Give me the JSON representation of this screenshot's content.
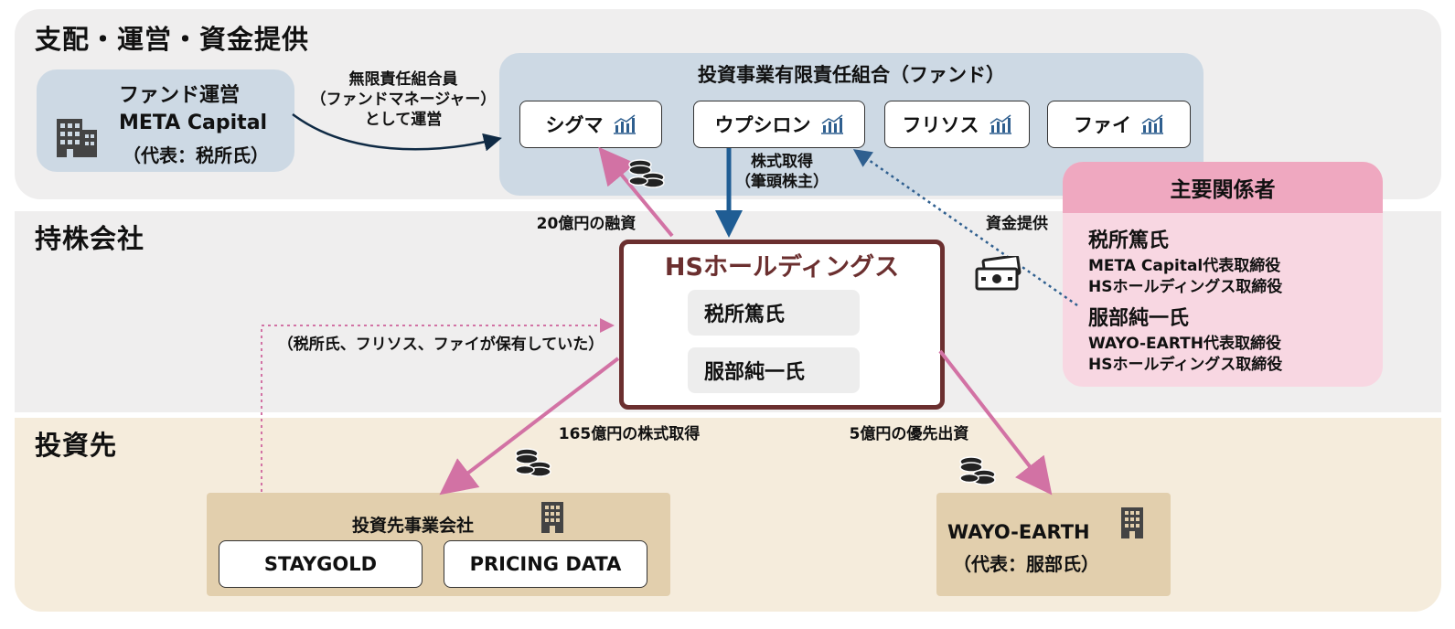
{
  "bands": {
    "top_title": "支配・運営・資金提供",
    "mid_title": "持株会社",
    "bot_title": "投資先"
  },
  "fund_manager": {
    "heading": "ファンド運営",
    "name": "META Capital",
    "rep": "（代表：税所氏）"
  },
  "gp_label": {
    "line1": "無限責任組合員",
    "line2": "（ファンドマネージャー）",
    "line3": "として運営"
  },
  "fund": {
    "title": "投資事業有限責任組合（ファンド）",
    "items": [
      "シグマ",
      "ウプシロン",
      "フリソス",
      "ファイ"
    ]
  },
  "flows": {
    "stock_acq": "株式取得",
    "top_holder": "（筆頭株主）",
    "loan": "20億円の融資",
    "funding": "資金提供",
    "held_note": "（税所氏、フリソス、ファイが保有していた）",
    "acq165": "165億円の株式取得",
    "pref5": "5億円の優先出資"
  },
  "holdings": {
    "title": "HSホールディングス",
    "persons": [
      "税所篤氏",
      "服部純一氏"
    ]
  },
  "stakeholders": {
    "title": "主要関係者",
    "p1_name": "税所篤氏",
    "p1_role1": "META Capital代表取締役",
    "p1_role2": "HSホールディングス取締役",
    "p2_name": "服部純一氏",
    "p2_role1": "WAYO-EARTH代表取締役",
    "p2_role2": "HSホールディングス取締役"
  },
  "investee": {
    "title": "投資先事業会社",
    "items": [
      "STAYGOLD",
      "PRICING DATA"
    ]
  },
  "wayo": {
    "name": "WAYO-EARTH",
    "rep": "（代表：服部氏）"
  },
  "icons": {
    "building": "building-icon",
    "chart": "bar-chart-icon",
    "coins": "coin-stack-icon",
    "cash": "banknote-icon"
  },
  "colors": {
    "band_gray": "#efeeee",
    "band_beige": "#f5ecdc",
    "fund_blue": "#cdd9e4",
    "holdings_border": "#6b2f2f",
    "stake_pink": "#f8d7e2",
    "stake_head": "#efa8c0",
    "arrow_pink": "#d272a4",
    "arrow_blue": "#1f5d94",
    "dotted_blue": "#2f5f8f"
  }
}
